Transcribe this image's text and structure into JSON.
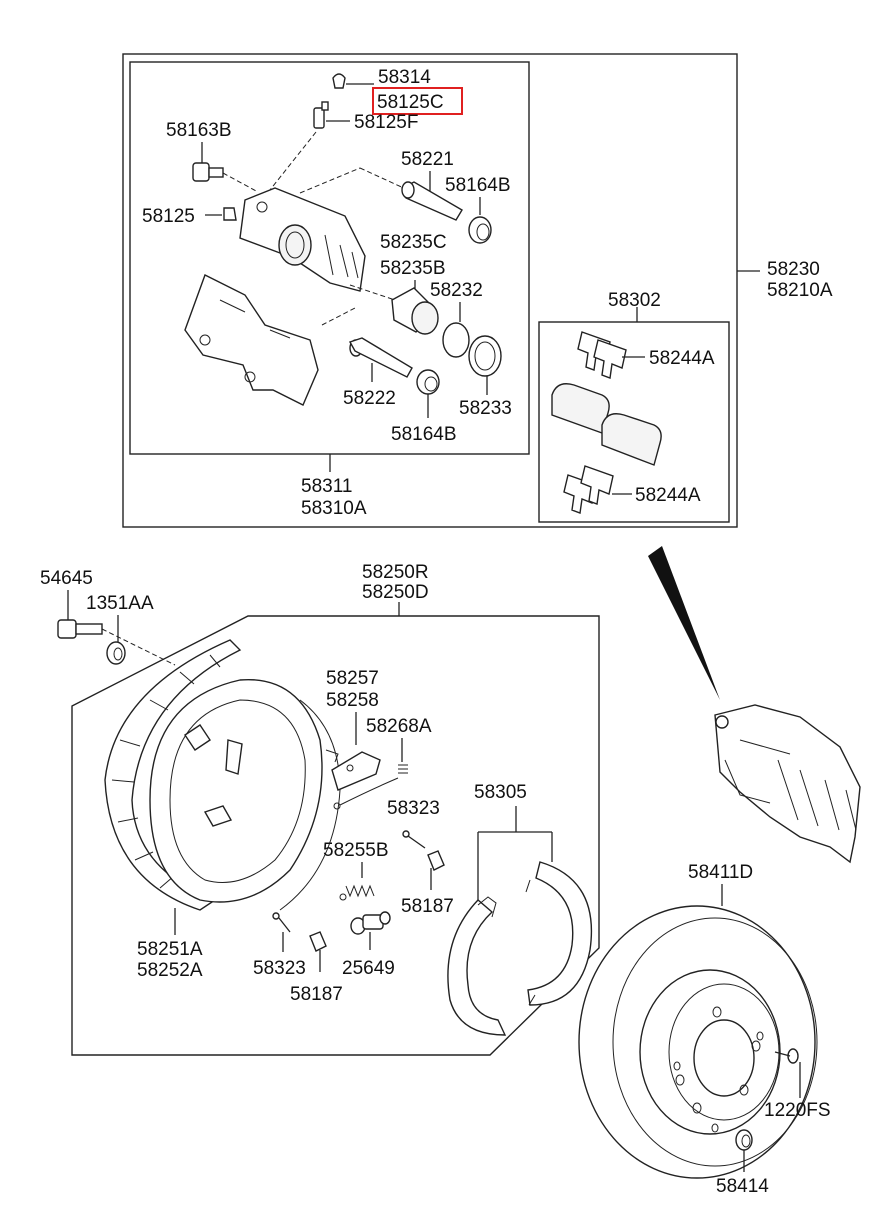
{
  "highlight_color": "#e02020",
  "highlighted_part": "58125C",
  "caliper_group": {
    "assembly_labels": [
      "58230",
      "58210A"
    ],
    "housing_labels": [
      "58311",
      "58310A"
    ],
    "parts": {
      "p58314": "58314",
      "p58125C": "58125C",
      "p58125F": "58125F",
      "p58163B": "58163B",
      "p58125": "58125",
      "p58221": "58221",
      "p58164B_top": "58164B",
      "p58235C": "58235C",
      "p58235B": "58235B",
      "p58232": "58232",
      "p58222": "58222",
      "p58233": "58233",
      "p58164B_bottom": "58164B"
    },
    "pad_kit": {
      "label": "58302",
      "clip_top": "58244A",
      "clip_bottom": "58244A"
    }
  },
  "backing_plate_group": {
    "assembly_labels": [
      "58250R",
      "58250D"
    ],
    "bolt": "54645",
    "washer": "1351AA",
    "plate_labels": [
      "58251A",
      "58252A"
    ],
    "parts": {
      "p58257": "58257",
      "p58258": "58258",
      "p58268A": "58268A",
      "p58323_top": "58323",
      "p58305": "58305",
      "p58255B": "58255B",
      "p58187_top": "58187",
      "p58323_bottom": "58323",
      "p25649": "25649",
      "p58187_bottom": "58187"
    }
  },
  "disc_group": {
    "disc": "58411D",
    "screw": "1220FS",
    "plug": "58414"
  }
}
